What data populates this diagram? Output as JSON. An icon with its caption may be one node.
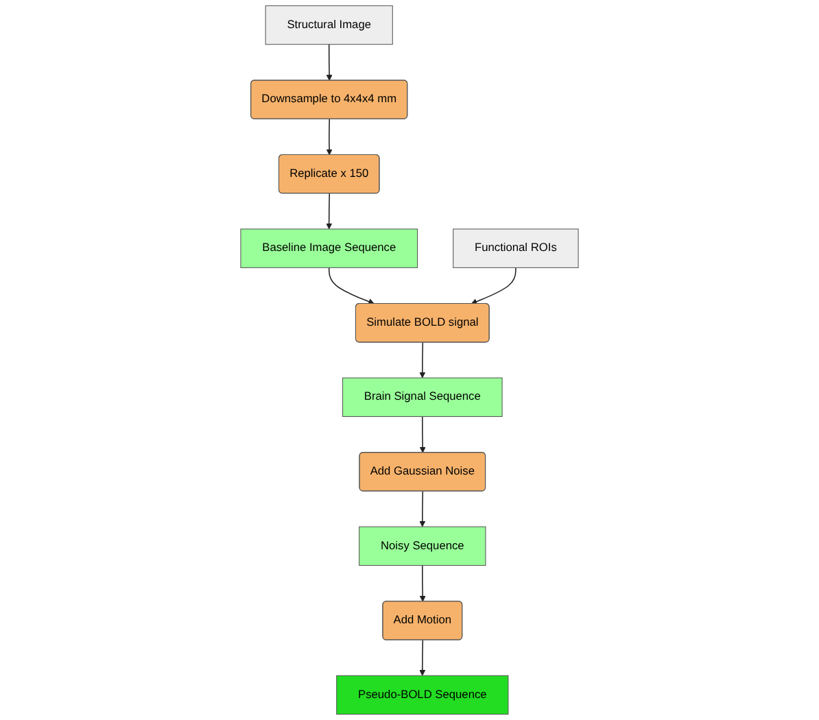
{
  "diagram": {
    "nodes": [
      {
        "text": [
          "Structural Image"
        ]
      },
      {
        "text": [
          "Downsample to 4x4x4 mm"
        ]
      },
      {
        "text": [
          "Replicate x 150"
        ]
      },
      {
        "text": [
          "Baseline Image Sequence"
        ]
      },
      {
        "text": [
          "Functional ROIs"
        ]
      },
      {
        "text": [
          "Simulate BOLD signal"
        ]
      },
      {
        "text": [
          "Brain Signal Sequence"
        ]
      },
      {
        "text": [
          "Add Gaussian Noise"
        ]
      },
      {
        "text": [
          "Noisy Sequence"
        ]
      },
      {
        "text": [
          "Add Motion"
        ]
      },
      {
        "text": [
          "Pseudo-BOLD Sequence"
        ]
      }
    ],
    "edges": [
      {
        "from": 0,
        "to": 1,
        "arrow": "to"
      },
      {
        "from": 1,
        "to": 2,
        "arrow": "to"
      },
      {
        "from": 2,
        "to": 3,
        "arrow": "to"
      },
      {
        "from": 3,
        "to": 5,
        "arrow": "to"
      },
      {
        "from": 4,
        "to": 5,
        "arrow": "to"
      },
      {
        "from": 5,
        "to": 6,
        "arrow": "to"
      },
      {
        "from": 6,
        "to": 7,
        "arrow": "to"
      },
      {
        "from": 7,
        "to": 8,
        "arrow": "to"
      },
      {
        "from": 8,
        "to": 9,
        "arrow": "to"
      },
      {
        "from": 9,
        "to": 10,
        "arrow": "to"
      }
    ]
  }
}
